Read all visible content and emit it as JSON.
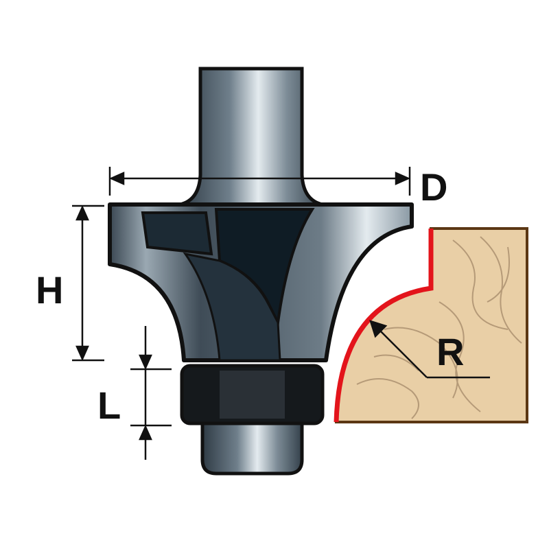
{
  "diagram": {
    "subject": "router-bit",
    "labels": {
      "diameter": "D",
      "height": "H",
      "bearing_length": "L",
      "radius": "R"
    },
    "colors": {
      "outline": "#111111",
      "steel_dark": "#3c4a55",
      "steel_light": "#dfe6ea",
      "blade": "#0f1c25",
      "wood": "#e9cfa6",
      "wood_border": "#5b3714",
      "cut_profile": "#e3141b"
    }
  }
}
